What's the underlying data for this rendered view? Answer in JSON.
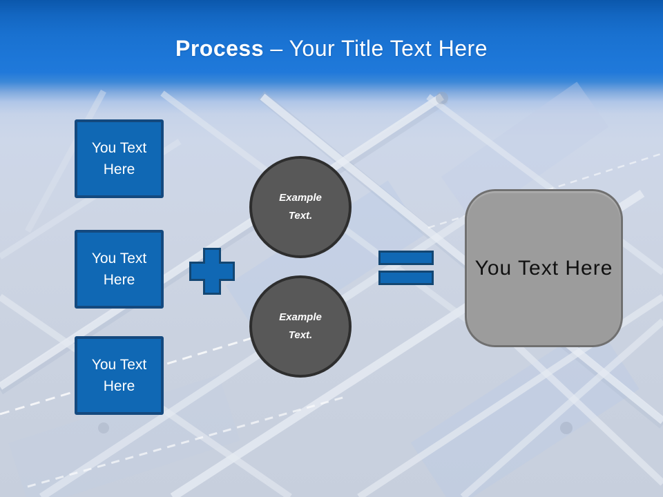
{
  "slide": {
    "title": {
      "emphasis": "Process",
      "rest": " – Your Title Text Here"
    },
    "left_boxes": [
      {
        "label": "You Text Here"
      },
      {
        "label": "You Text Here"
      },
      {
        "label": "You Text Here"
      }
    ],
    "circles": [
      {
        "label": "Example Text."
      },
      {
        "label": "Example Text."
      }
    ],
    "icons": {
      "plus": "plus-icon",
      "equals": "equals-icon"
    },
    "result": {
      "label": "You Text Here"
    },
    "colors": {
      "accent_blue": "#1068b4",
      "accent_border": "#14497e",
      "circle_fill": "#585858",
      "circle_border": "#2e2e2e",
      "result_fill": "#9c9c9c",
      "result_border": "#707070",
      "header_blue": "#1d77d8",
      "background_tint": "#cdd5e4",
      "title_color": "#ffffff"
    }
  }
}
